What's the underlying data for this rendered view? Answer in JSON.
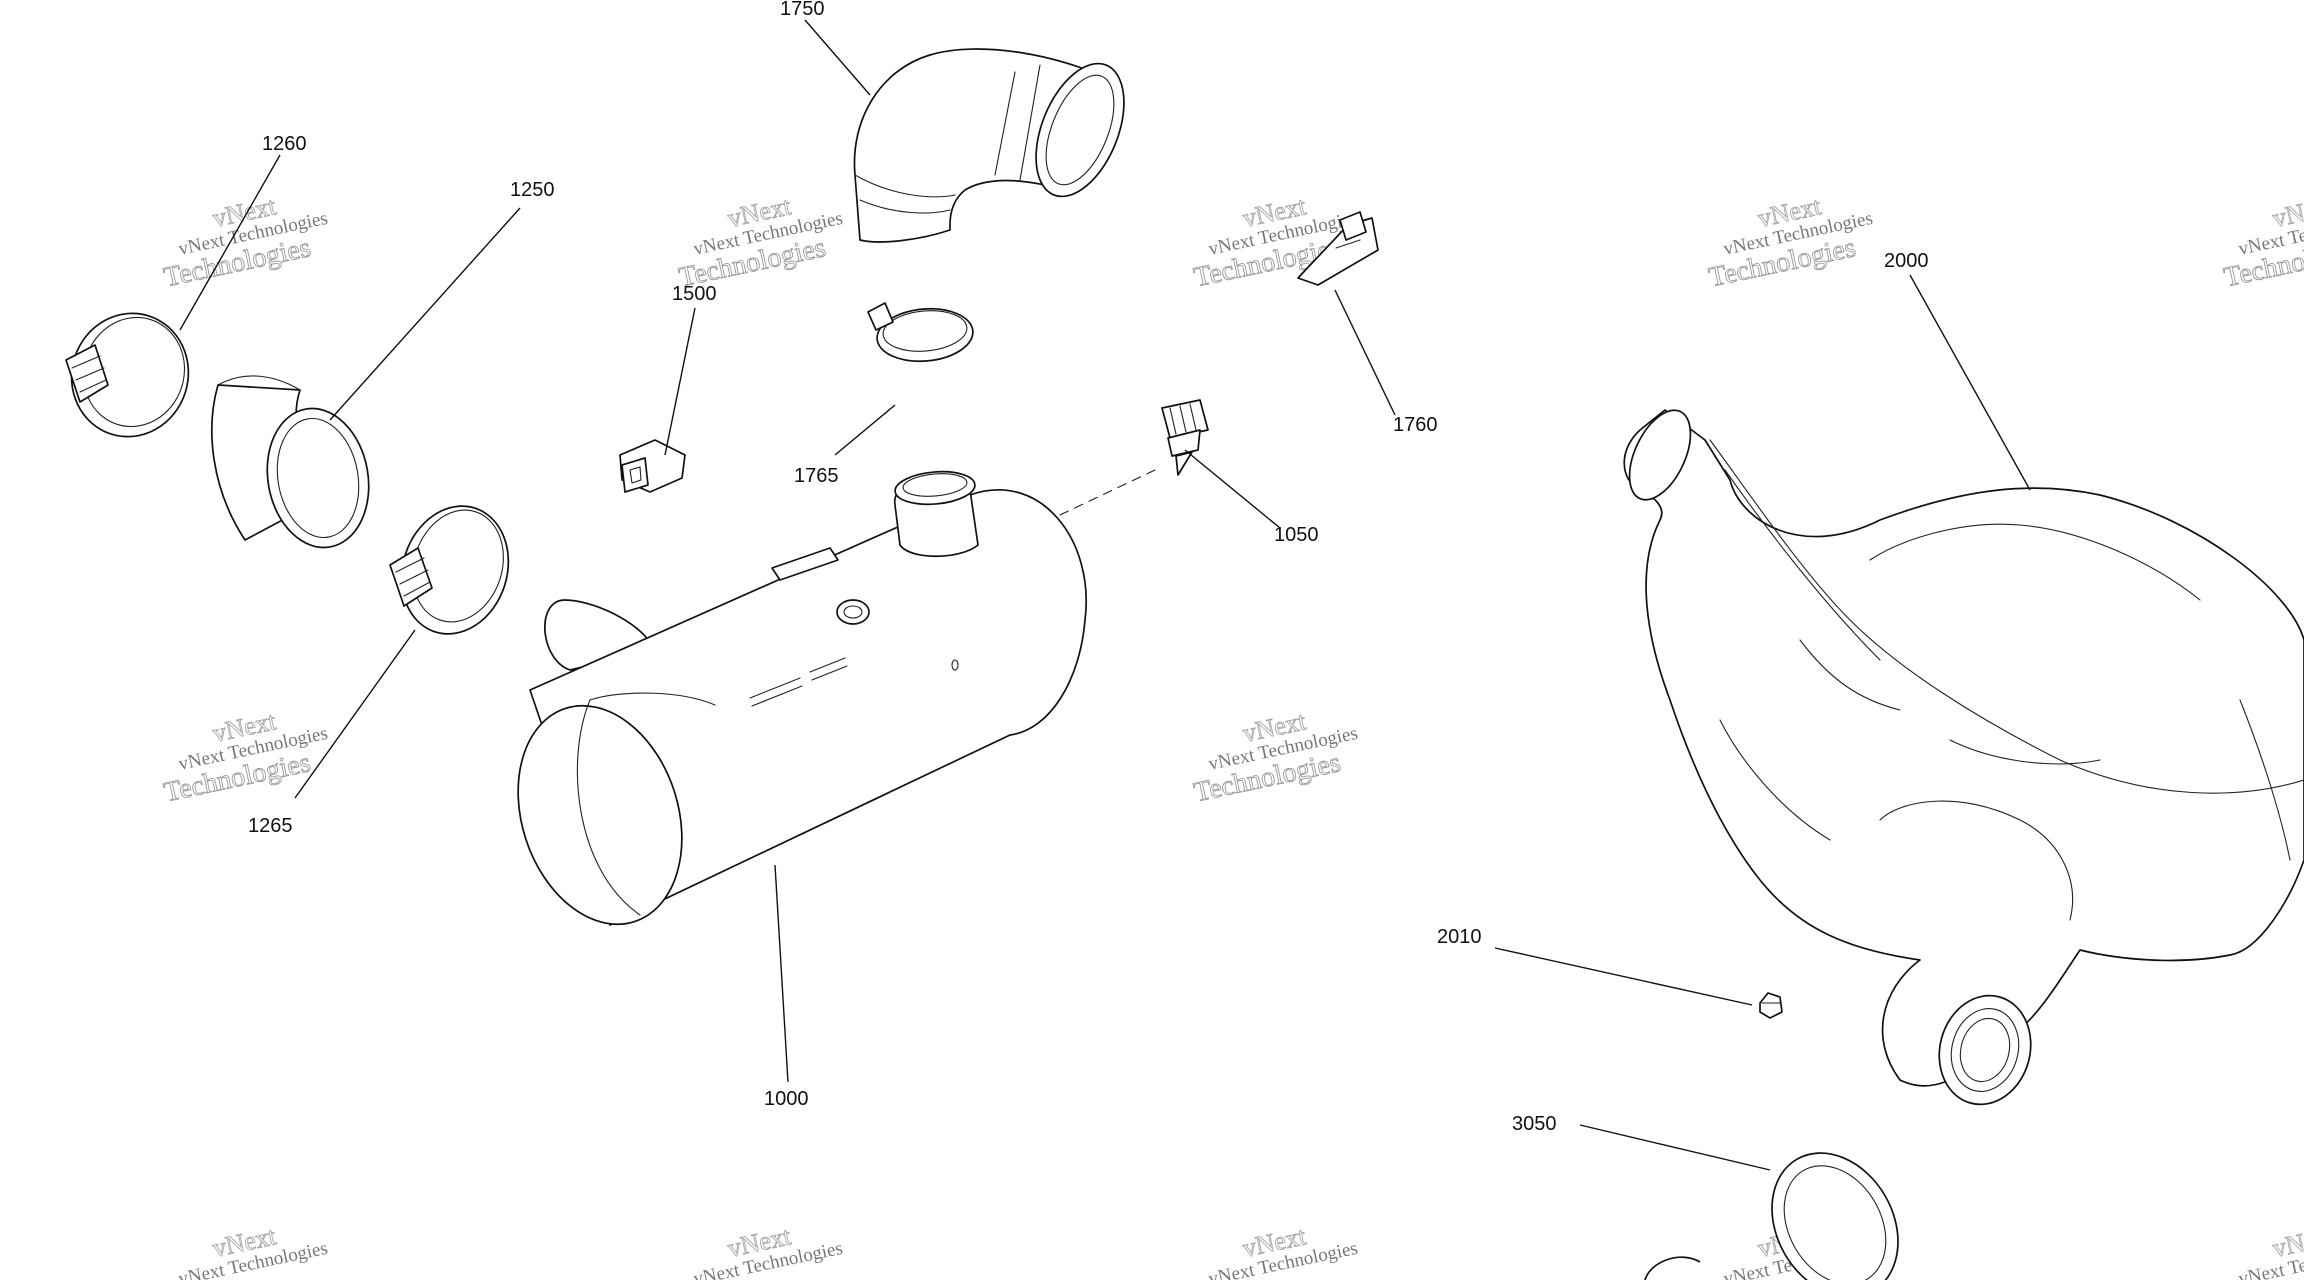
{
  "watermark": {
    "line_top": "vNext Technologies",
    "line_big": "Technologies",
    "line_small": "vNext"
  },
  "callouts": [
    {
      "id": "1750",
      "label": "1750"
    },
    {
      "id": "1260",
      "label": "1260"
    },
    {
      "id": "1250",
      "label": "1250"
    },
    {
      "id": "1500",
      "label": "1500"
    },
    {
      "id": "1765",
      "label": "1765"
    },
    {
      "id": "1760",
      "label": "1760"
    },
    {
      "id": "1050",
      "label": "1050"
    },
    {
      "id": "2000",
      "label": "2000"
    },
    {
      "id": "1265",
      "label": "1265"
    },
    {
      "id": "1000",
      "label": "1000"
    },
    {
      "id": "2010",
      "label": "2010"
    },
    {
      "id": "3050",
      "label": "3050"
    }
  ]
}
